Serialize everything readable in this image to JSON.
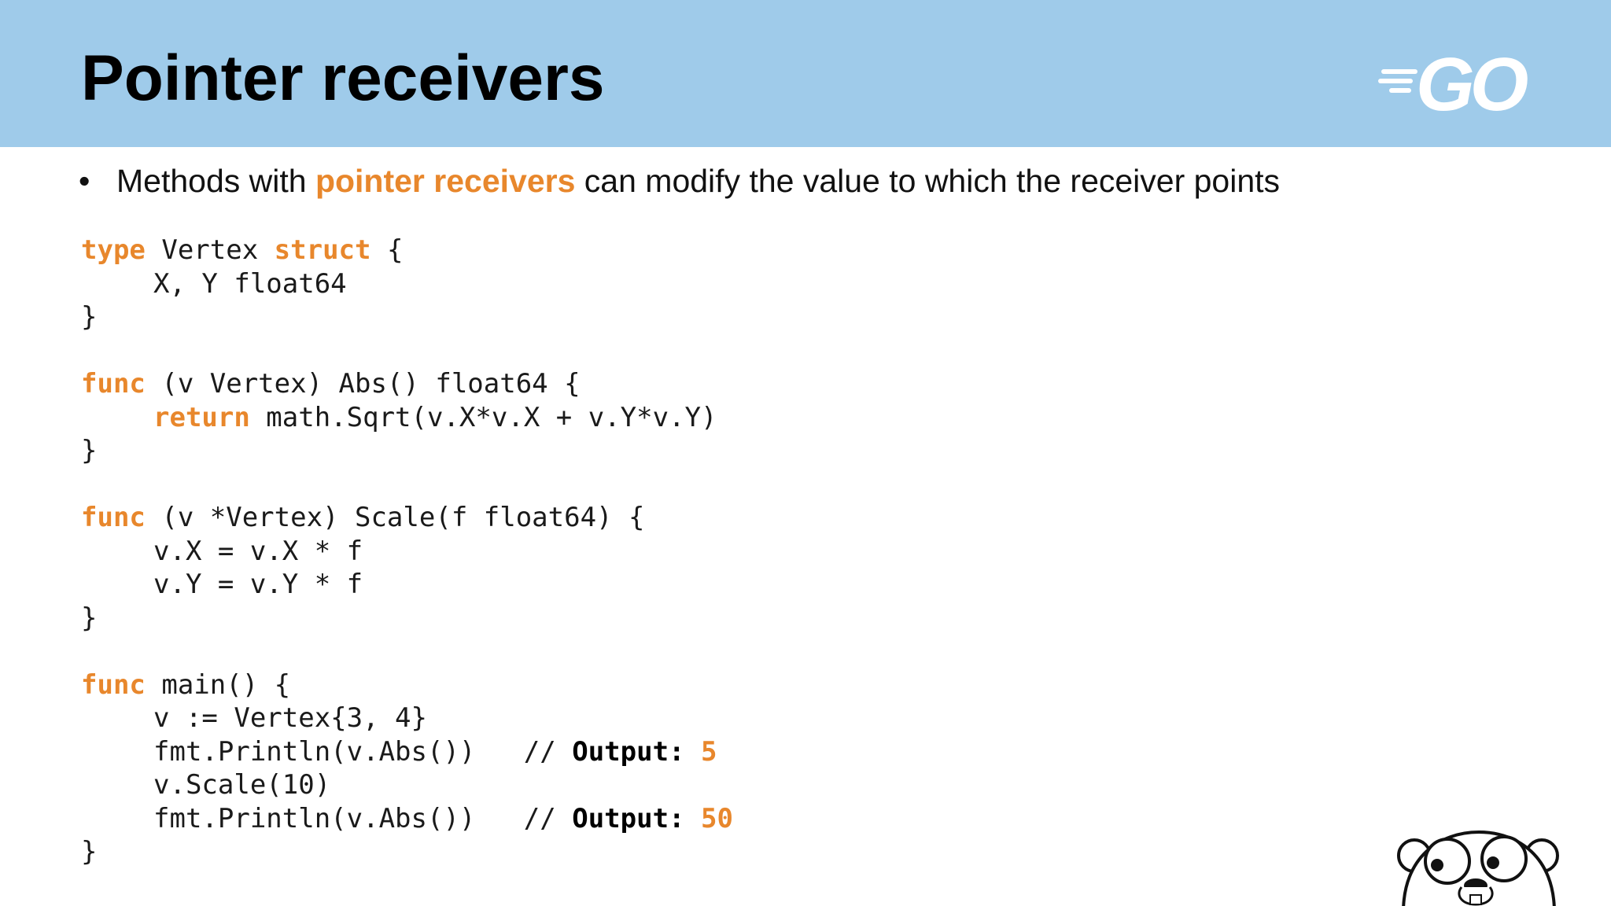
{
  "slide": {
    "title": "Pointer receivers",
    "logo_text": "GO",
    "bullet": {
      "prefix": "Methods with ",
      "highlight": "pointer receivers",
      "suffix": " can modify the value to which the receiver points"
    }
  },
  "code": {
    "kw_type": "type",
    "vertex_name": " Vertex ",
    "kw_struct": "struct",
    "struct_open": " {",
    "struct_fields": "X, Y float64",
    "close1": "}",
    "abs_kw": "func",
    "abs_sig": " (v Vertex) Abs() float64 {",
    "abs_return_kw": "return",
    "abs_return_expr": " math.Sqrt(v.X*v.X + v.Y*v.Y)",
    "close2": "}",
    "scale_kw": "func",
    "scale_sig": " (v *Vertex) Scale(f float64) {",
    "scale_line1": "v.X = v.X * f",
    "scale_line2": "v.Y = v.Y * f",
    "close3": "}",
    "main_kw": "func",
    "main_sig": " main() {",
    "main_line1": "v := Vertex{3, 4}",
    "main_line2": "fmt.Println(v.Abs())   // ",
    "output_label": "Output:",
    "output_value1": "5",
    "main_line3": "v.Scale(10)",
    "main_line4": "fmt.Println(v.Abs())   // ",
    "output_value2": "50",
    "close4": "}"
  },
  "colors": {
    "header_bg": "#9fcbea",
    "accent_orange": "#e8872c",
    "logo_white": "#ffffff"
  },
  "icons": [
    "go-logo-icon",
    "gopher-mascot-icon"
  ]
}
